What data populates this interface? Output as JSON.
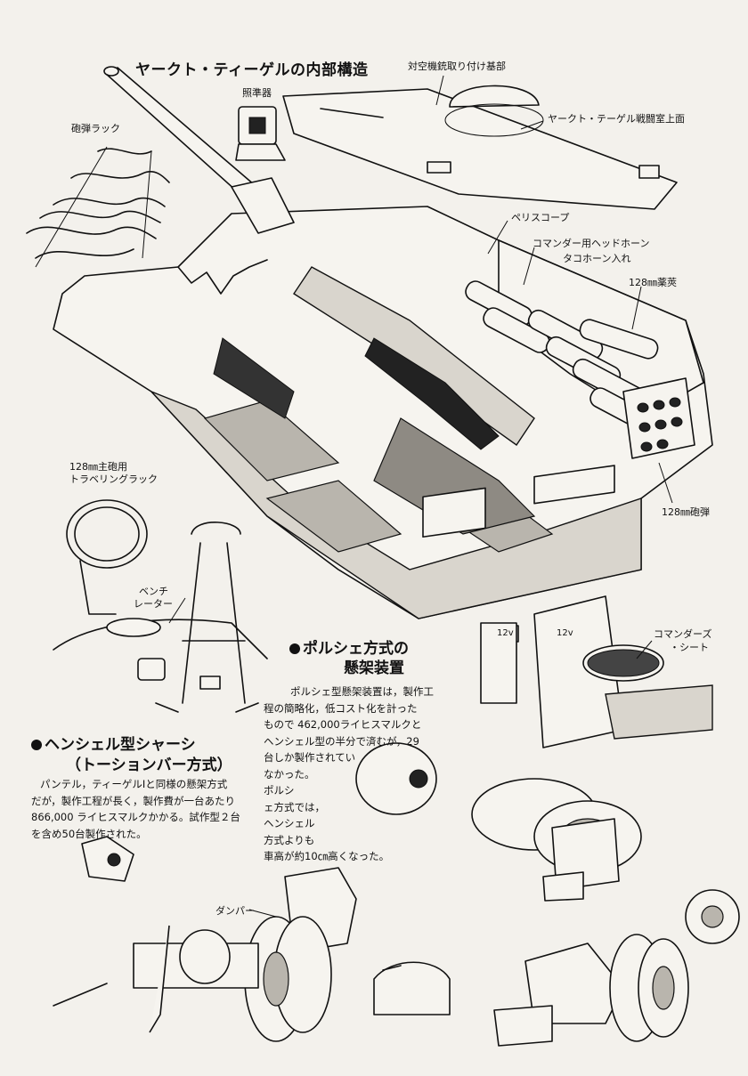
{
  "title": "ヤークト・ティーゲルの内部構造",
  "labels": {
    "aa_mount": "対空機銃取り付け基部",
    "sight": "照準器",
    "roof": "ヤークト・テーゲル戦闘室上面",
    "shell_rack": "砲弾ラック",
    "periscope": "ペリスコープ",
    "headphone_1": "コマンダー用ヘッドホーン",
    "headphone_2": "タコホーン入れ",
    "casing": "128㎜薬莢",
    "shells": "128㎜砲弾",
    "travel_lock_1": "128㎜主砲用",
    "travel_lock_2": "トラベリングラック",
    "ventilator_1": "ベンチ",
    "ventilator_2": "レーター",
    "commander_seat_1": "コマンダーズ",
    "commander_seat_2": "・シート",
    "damper": "ダンパー",
    "box_12v_a": "12v",
    "box_12v_b": "12v"
  },
  "porsche": {
    "heading_1": "ポルシェ方式の",
    "heading_2": "懸架装置",
    "lines": [
      "ポルシェ型懸架装置は，製作工",
      "程の簡略化，低コスト化を計った",
      "もので 462,000ライヒスマルクと",
      "ヘンシェル型の半分で済むが，29",
      "台しか製作されてい",
      "なかった。",
      "ポルシ",
      "ェ方式では，",
      "ヘンシェル",
      "方式よりも",
      "車高が約10㎝高くなった。"
    ]
  },
  "henschel": {
    "heading_1": "ヘンシェル型シャーシ",
    "heading_2": "（トーションバー方式）",
    "lines": [
      "パンテル，ティーゲルⅠと同様の懸架方式",
      "だが，製作工程が長く，製作費が一台あたり",
      "866,000 ライヒスマルクかかる。試作型２台",
      "を含め50台製作された。"
    ]
  }
}
